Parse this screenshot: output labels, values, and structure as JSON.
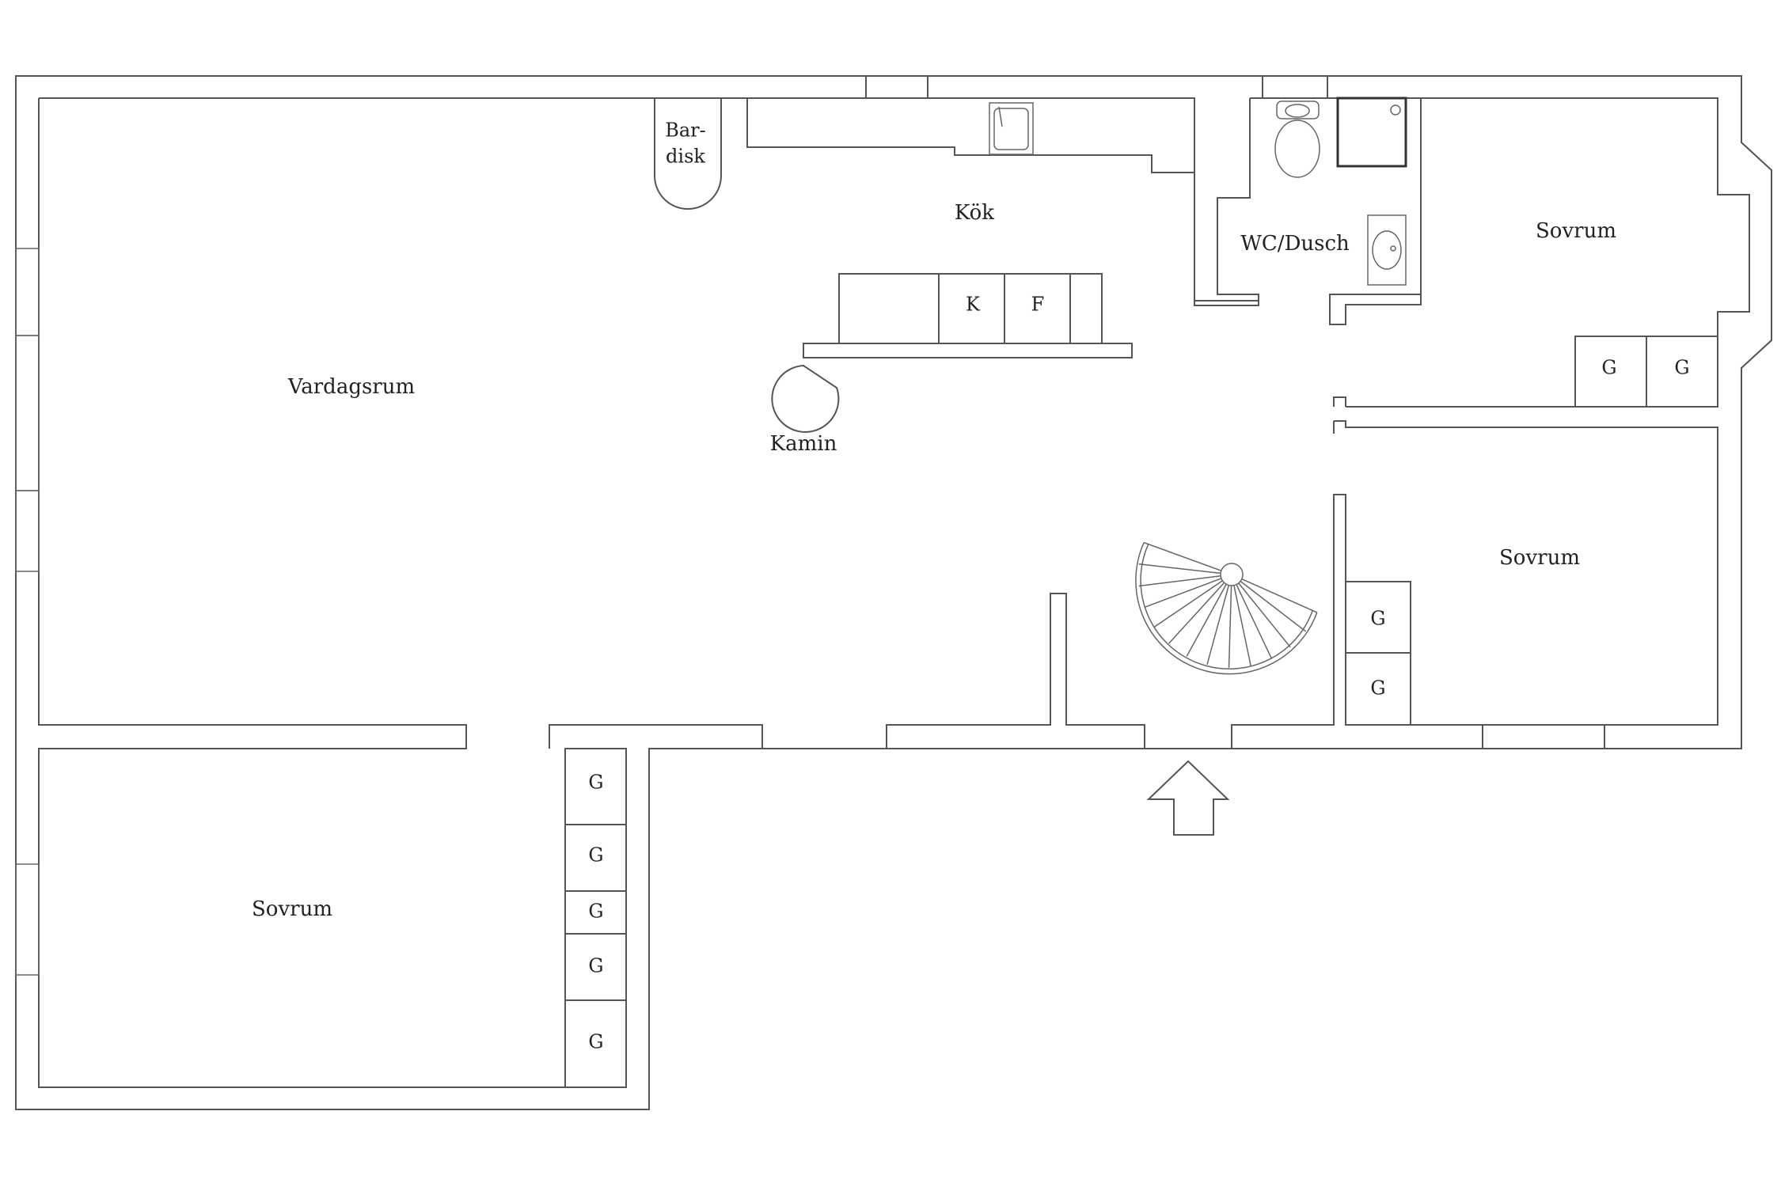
{
  "rooms": {
    "vardagsrum": "Vardagsrum",
    "kok": "Kök",
    "wc_dusch": "WC/Dusch",
    "sovrum_ne": "Sovrum",
    "sovrum_e": "Sovrum",
    "sovrum_sw": "Sovrum"
  },
  "fixtures": {
    "bardisk_line1": "Bar-",
    "bardisk_line2": "disk",
    "kamin": "Kamin",
    "kyl": "K",
    "frys": "F"
  },
  "wardrobes": {
    "ne_1": "G",
    "ne_2": "G",
    "e_1": "G",
    "e_2": "G",
    "sw_1": "G",
    "sw_2": "G",
    "sw_3": "G",
    "sw_4": "G",
    "sw_5": "G"
  },
  "icons": {
    "entrance": "entrance-arrow-icon",
    "stair": "spiral-staircase-icon",
    "toilet": "toilet-icon",
    "shower": "shower-icon",
    "sink": "sink-icon"
  }
}
